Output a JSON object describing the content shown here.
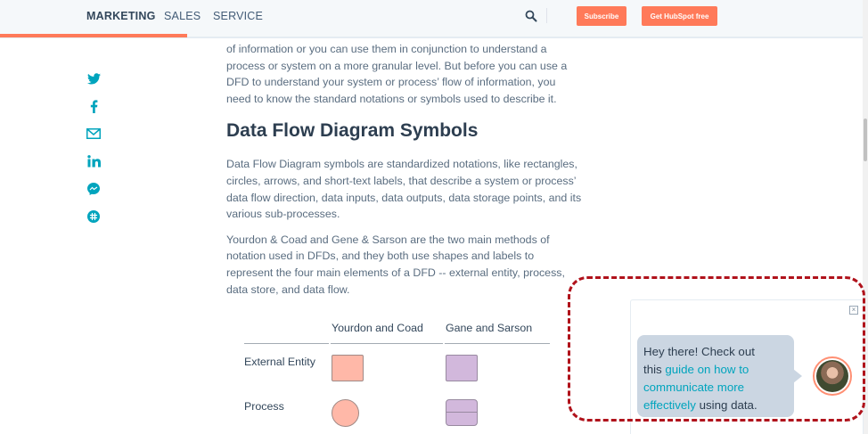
{
  "header": {
    "tabs": [
      {
        "label": "MARKETING",
        "active": true
      },
      {
        "label": "SALES",
        "active": false
      },
      {
        "label": "SERVICE",
        "active": false
      }
    ],
    "search_icon": "search-icon",
    "subscribe_label": "Subscribe",
    "get_hubspot_label": "Get HubSpot free",
    "accent_color": "#ff7a59"
  },
  "share": {
    "icons": [
      "twitter-icon",
      "facebook-icon",
      "email-icon",
      "linkedin-icon",
      "messenger-icon",
      "slack-icon"
    ],
    "color": "#00a4bd"
  },
  "article": {
    "intro_paragraph": "of information or you can use them in conjunction to understand a process or system on a more granular level. But before you can use a DFD to understand your system or process’ flow of information, you need to know the standard notations or symbols used to describe it.",
    "heading": "Data Flow Diagram Symbols",
    "paragraph_1": "Data Flow Diagram symbols are standardized notations, like rectangles, circles, arrows, and short-text labels, that describe a system or process’ data flow direction, data inputs, data outputs, data storage points, and its various sub-processes.",
    "paragraph_2": "Yourdon & Coad and Gene & Sarson are the two main methods of notation used in DFDs, and they both use shapes and labels to represent the four main elements of a DFD -- external entity, process, data store, and data flow."
  },
  "symbol_table": {
    "columns": [
      "",
      "Yourdon and Coad",
      "Gane and Sarson"
    ],
    "rows": [
      {
        "label": "External Entity",
        "yourdon_shape": "rectangle",
        "gane_shape": "rounded-rectangle"
      },
      {
        "label": "Process",
        "yourdon_shape": "circle",
        "gane_shape": "divided-rounded-rectangle"
      }
    ],
    "yourdon_color": "#ffb8a8",
    "gane_color": "#d2b8dc"
  },
  "chat": {
    "line_1": "Hey there! Check out",
    "text_this": "this ",
    "link_text_1": "guide on how to",
    "link_text_2": "communicate more",
    "link_text_3": "effectively",
    "text_tail": " using data.",
    "close_label": "×"
  }
}
